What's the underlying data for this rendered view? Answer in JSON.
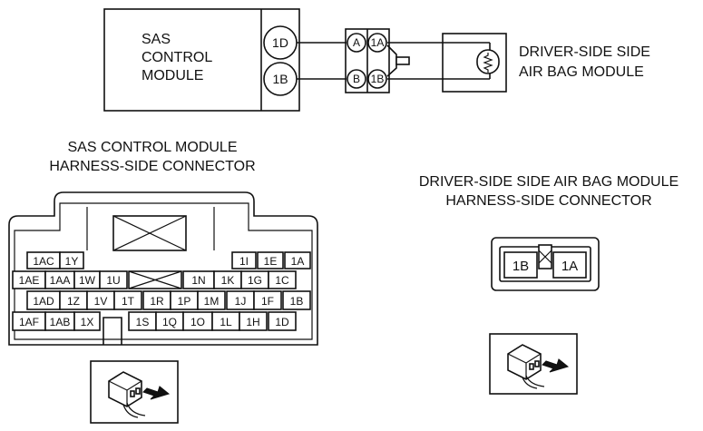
{
  "wiring": {
    "sas_module_label": [
      "SAS",
      "CONTROL",
      "MODULE"
    ],
    "module_terminals": [
      "1D",
      "1B"
    ],
    "intermediate_connector": {
      "left": [
        "A",
        "B"
      ],
      "right": [
        "1A",
        "1B"
      ]
    },
    "airbag_module_label": [
      "DRIVER-SIDE SIDE",
      "AIR BAG MODULE"
    ]
  },
  "sas_connector": {
    "title": [
      "SAS CONTROL MODULE",
      "HARNESS-SIDE CONNECTOR"
    ],
    "row1": [
      "1AC",
      "1Y",
      "1I",
      "1E",
      "1A"
    ],
    "row2": [
      "1AE",
      "1AA",
      "1W",
      "1U",
      "1N",
      "1K",
      "1G",
      "1C"
    ],
    "row3": [
      "1AD",
      "1Z",
      "1V",
      "1T",
      "1R",
      "1P",
      "1M",
      "1J",
      "1F",
      "1B"
    ],
    "row4": [
      "1AF",
      "1AB",
      "1X",
      "1S",
      "1Q",
      "1O",
      "1L",
      "1H",
      "1D"
    ]
  },
  "airbag_connector": {
    "title": [
      "DRIVER-SIDE SIDE AIR BAG MODULE",
      "HARNESS-SIDE CONNECTOR"
    ],
    "pins": [
      "1B",
      "1A"
    ]
  },
  "icons": [
    "connector-view-icon",
    "connector-view-icon"
  ]
}
